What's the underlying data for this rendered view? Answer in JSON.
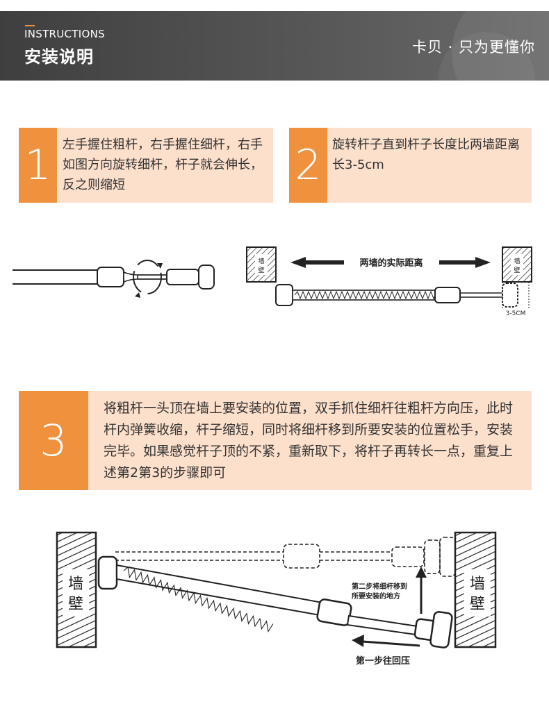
{
  "header": {
    "en_title": "INSTRUCTIONS",
    "cn_title": "安装说明",
    "slogan": "卡贝 · 只为更懂你"
  },
  "steps": [
    {
      "num": "1",
      "text": "左手握住粗杆，右手握住细杆，右手如图方向旋转细杆，杆子就会伸长，反之则缩短"
    },
    {
      "num": "2",
      "text": "旋转杆子直到杆子长度比两墙距离长3-5cm"
    },
    {
      "num": "3",
      "text": "将粗杆一头顶在墙上要安装的位置，双手抓住细杆往粗杆方向压，此时杆内弹簧收缩，杆子缩短，同时将细杆移到所要安装的位置松手，安装完毕。如果感觉杆子顶的不紧，重新取下，将杆子再转长一点，重复上述第2第3的步骤即可"
    }
  ],
  "figure2": {
    "distance_label": "两墙的实际距离",
    "wall_label": "墙壁",
    "gap_label": "3-5CM"
  },
  "figure3": {
    "wall_left_top": "墙",
    "wall_left_bottom": "壁",
    "wall_right_top": "墙",
    "wall_right_bottom": "壁",
    "step2_line1": "第二步将细杆移到",
    "step2_line2": "所要安装的地方",
    "step1_label": "第一步往回压"
  },
  "colors": {
    "accent": "#f0913d",
    "panel": "#fde0cc",
    "header_bg": "#4a4a4a"
  }
}
